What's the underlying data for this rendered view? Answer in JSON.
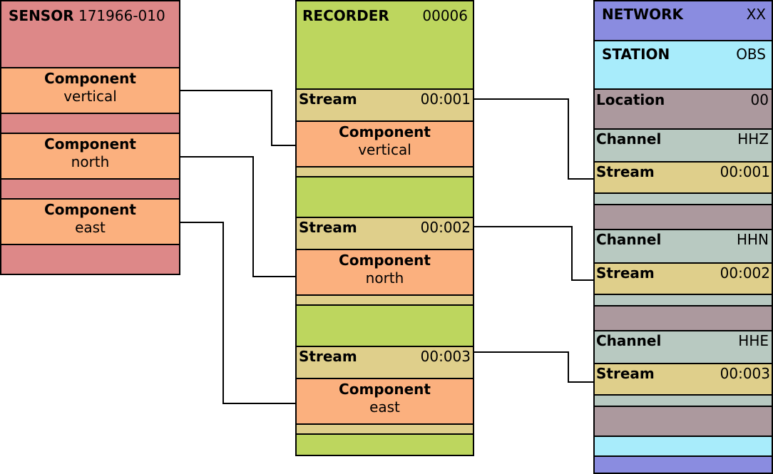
{
  "colors": {
    "sensor": "#dd8888",
    "component": "#fbb07e",
    "recorder": "#bdd65e",
    "stream": "#dfcf8b",
    "network": "#8a8ce0",
    "station": "#a8ecfb",
    "location": "#ac999e",
    "channel": "#b8c9c1"
  },
  "sensor": {
    "title": "SENSOR",
    "id": "171966-010",
    "components": [
      {
        "label": "Component",
        "name": "vertical"
      },
      {
        "label": "Component",
        "name": "north"
      },
      {
        "label": "Component",
        "name": "east"
      }
    ]
  },
  "recorder": {
    "title": "RECORDER",
    "id": "00006",
    "streams": [
      {
        "label": "Stream",
        "code": "00:001",
        "component": {
          "label": "Component",
          "name": "vertical"
        }
      },
      {
        "label": "Stream",
        "code": "00:002",
        "component": {
          "label": "Component",
          "name": "north"
        }
      },
      {
        "label": "Stream",
        "code": "00:003",
        "component": {
          "label": "Component",
          "name": "east"
        }
      }
    ]
  },
  "network": {
    "title": "NETWORK",
    "code": "XX",
    "station": {
      "title": "STATION",
      "code": "OBS"
    },
    "location": {
      "label": "Location",
      "code": "00"
    },
    "channels": [
      {
        "label": "Channel",
        "code": "HHZ",
        "stream": {
          "label": "Stream",
          "code": "00:001"
        }
      },
      {
        "label": "Channel",
        "code": "HHN",
        "stream": {
          "label": "Stream",
          "code": "00:002"
        }
      },
      {
        "label": "Channel",
        "code": "HHE",
        "stream": {
          "label": "Stream",
          "code": "00:003"
        }
      }
    ]
  }
}
